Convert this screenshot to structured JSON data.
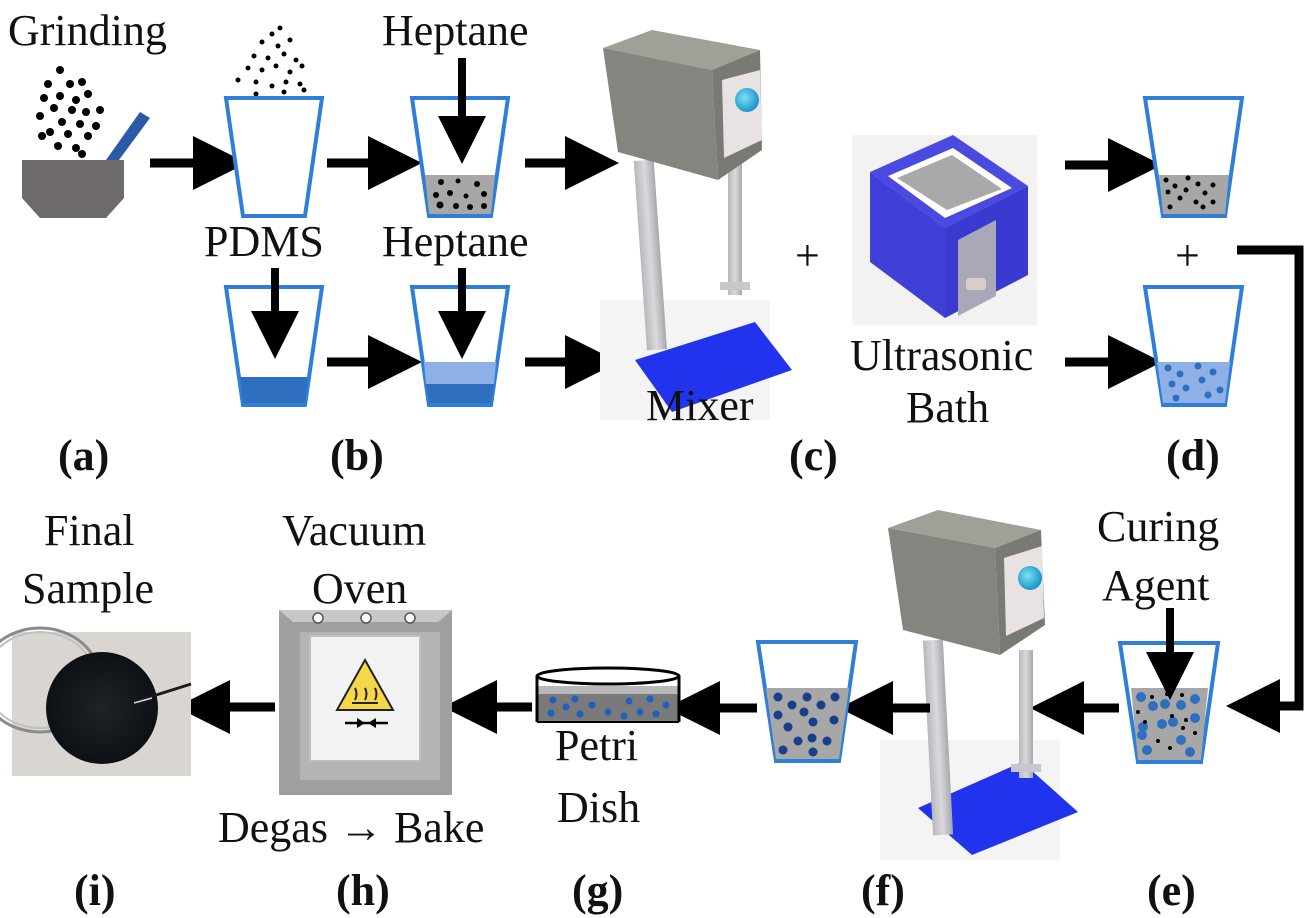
{
  "diagram": {
    "title": "PDMS composite sample preparation process",
    "steps": [
      {
        "id": "a",
        "tag": "(a)",
        "labels": [
          "Grinding"
        ]
      },
      {
        "id": "b",
        "tag": "(b)",
        "labels": [
          "PDMS",
          "Heptane",
          "Heptane"
        ]
      },
      {
        "id": "c",
        "tag": "(c)",
        "labels": [
          "Mixer",
          "Ultrasonic",
          "Bath"
        ]
      },
      {
        "id": "d",
        "tag": "(d)",
        "labels": []
      },
      {
        "id": "e",
        "tag": "(e)",
        "labels": [
          "Curing",
          "Agent"
        ]
      },
      {
        "id": "f",
        "tag": "(f)",
        "labels": []
      },
      {
        "id": "g",
        "tag": "(g)",
        "labels": [
          "Petri",
          "Dish"
        ]
      },
      {
        "id": "h",
        "tag": "(h)",
        "labels": [
          "Vacuum",
          "Oven",
          "Degas → Bake"
        ]
      },
      {
        "id": "i",
        "tag": "(i)",
        "labels": [
          "Final",
          "Sample"
        ]
      }
    ],
    "plus_sign": "+",
    "colors": {
      "beaker_outline": "#2f7fd8",
      "pdms_fill": "#2f6fc0",
      "heptane_fill": "#8fb0e6",
      "powder_fill": "#a7a7a7",
      "mortar": "#6e6a6a",
      "pestle": "#2a5aa8",
      "mixer_body": "#8a8a84",
      "mixer_base": "#2233ee",
      "bath_body": "#4a4ae0",
      "oven_frame": "#a0a0a0",
      "particle_blue": "#2f6fc0",
      "arrow": "#000000"
    }
  }
}
